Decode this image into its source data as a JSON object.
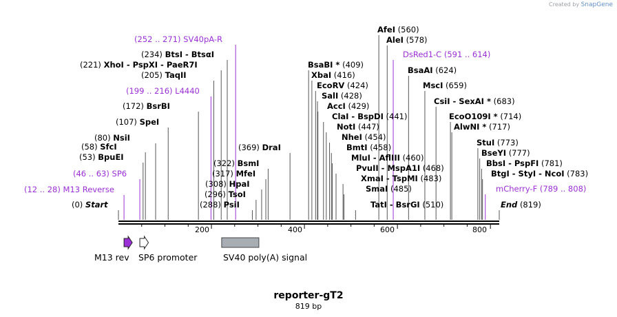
{
  "credit": {
    "prefix": "Created by",
    "brand": "SnapGene"
  },
  "title": "reporter-gT2",
  "length_label": "819 bp",
  "total_bp": 819,
  "ruler_ticks": [
    200,
    400,
    600,
    800
  ],
  "features_track": [
    {
      "name": "M13 rev",
      "start": 12,
      "end": 28,
      "color": "#9b30d6",
      "shape": "arrow"
    },
    {
      "name": "SP6 promoter",
      "start": 46,
      "end": 63,
      "color": "#ffffff",
      "shape": "arrow"
    },
    {
      "name": "SV40 poly(A) signal",
      "start": 222,
      "end": 302,
      "color": "#a8adb4",
      "shape": "box"
    }
  ],
  "left_labels": [
    {
      "pos": "(0)",
      "name": "Start",
      "italic": true
    },
    {
      "pos": "(12 .. 28)",
      "name": "M13 Reverse",
      "feature": true
    },
    {
      "pos": "(46 .. 63)",
      "name": "SP6",
      "feature": true
    },
    {
      "pos": "(53)",
      "name": "BpuEI"
    },
    {
      "pos": "(58)",
      "name": "SfcI"
    },
    {
      "pos": "(80)",
      "name": "NsiI"
    },
    {
      "pos": "(107)",
      "name": "SpeI"
    },
    {
      "pos": "(172)",
      "name": "BsrBI"
    },
    {
      "pos": "(199 .. 216)",
      "name": "L4440",
      "feature": true
    },
    {
      "pos": "(205)",
      "name": "TaqII"
    },
    {
      "pos": "(221)",
      "name": "XhoI - PspXI - PaeR7I"
    },
    {
      "pos": "(234)",
      "name": "BtsI - BtsαI"
    },
    {
      "pos": "(252 .. 271)",
      "name": "SV40pA-R",
      "feature": true
    },
    {
      "pos": "(288)",
      "name": "PsiI"
    },
    {
      "pos": "(296)",
      "name": "TsoI"
    },
    {
      "pos": "(308)",
      "name": "HpaI"
    },
    {
      "pos": "(317)",
      "name": "MfeI"
    },
    {
      "pos": "(322)",
      "name": "BsmI"
    },
    {
      "pos": "(369)",
      "name": "DraI"
    }
  ],
  "right_labels": [
    {
      "pos": "(560)",
      "name": "AfeI"
    },
    {
      "pos": "(578)",
      "name": "AleI"
    },
    {
      "pos": "(591 .. 614)",
      "name": "DsRed1-C",
      "feature": true
    },
    {
      "pos": "(409)",
      "name": "BsaBI *"
    },
    {
      "pos": "(416)",
      "name": "XbaI"
    },
    {
      "pos": "(424)",
      "name": "EcoRV"
    },
    {
      "pos": "(428)",
      "name": "SalI"
    },
    {
      "pos": "(429)",
      "name": "AccI"
    },
    {
      "pos": "(441)",
      "name": "ClaI - BspDI"
    },
    {
      "pos": "(447)",
      "name": "NotI"
    },
    {
      "pos": "(454)",
      "name": "NheI"
    },
    {
      "pos": "(458)",
      "name": "BmtI"
    },
    {
      "pos": "(460)",
      "name": "MluI - AflIII"
    },
    {
      "pos": "(468)",
      "name": "PvuII - MspA1I"
    },
    {
      "pos": "(483)",
      "name": "XmaI - TspMI"
    },
    {
      "pos": "(485)",
      "name": "SmaI"
    },
    {
      "pos": "(510)",
      "name": "TatI - BsrGI"
    },
    {
      "pos": "(624)",
      "name": "BsaAI"
    },
    {
      "pos": "(659)",
      "name": "MscI"
    },
    {
      "pos": "(683)",
      "name": "CsiI - SexAI *"
    },
    {
      "pos": "(714)",
      "name": "EcoO109I *"
    },
    {
      "pos": "(717)",
      "name": "AlwNI *"
    },
    {
      "pos": "(773)",
      "name": "StuI"
    },
    {
      "pos": "(777)",
      "name": "BseYI"
    },
    {
      "pos": "(781)",
      "name": "BbsI - PspFI"
    },
    {
      "pos": "(783)",
      "name": "BtgI - StyI - NcoI"
    },
    {
      "pos": "(789 .. 808)",
      "name": "mCherry-F",
      "feature": true
    },
    {
      "pos": "(819)",
      "name": "End",
      "italic": true
    }
  ]
}
